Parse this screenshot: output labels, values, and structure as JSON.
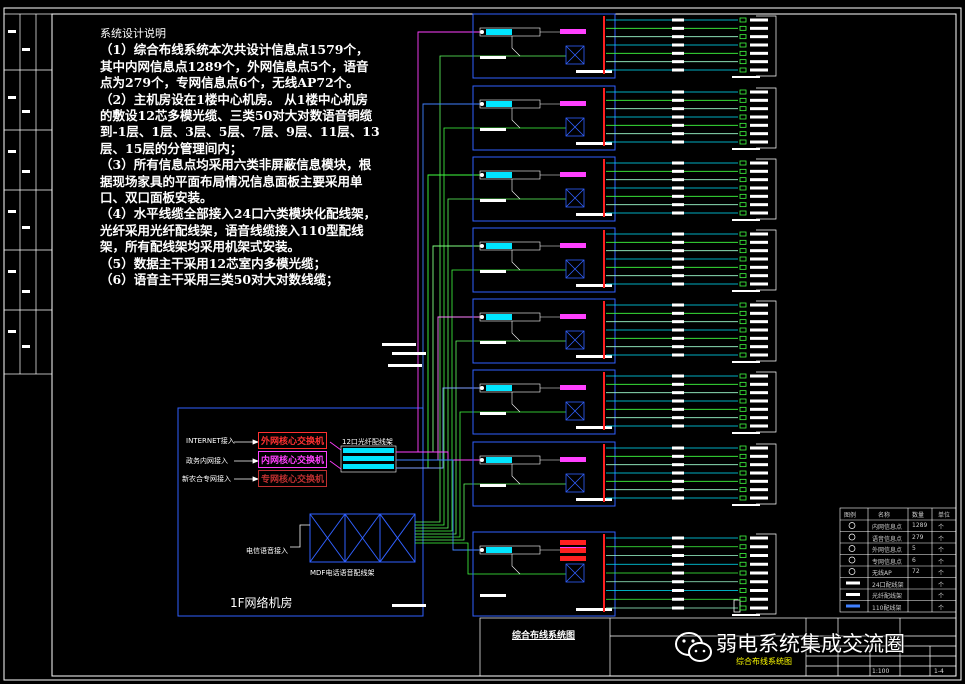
{
  "notes": {
    "title": "系统设计说明",
    "items": [
      "（1）综合布线系统本次共设计信息点1579个，其中内网信息点1289个，外网信息点5个，语音点为279个，专网信息点6个，无线AP72个。",
      "（2）主机房设在1楼中心机房。 从1楼中心机房的敷设12芯多模光缆、三类50对大对数语音铜缆到-1层、1层、3层、5层、7层、9层、11层、13层、15层的分管理间内；",
      "（3）所有信息点均采用六类非屏蔽信息模块，根据现场家具的平面布局情况信息面板主要采用单口、双口面板安装。",
      "（4）水平线缆全部接入24口六类模块化配线架，光纤采用光纤配线架，语音线缆接入110型配线架，所有配线架均采用机架式安装。",
      "（5）数据主干采用12芯室内多模光缆；",
      "（6）语音主干采用三类50对大对数线缆；"
    ]
  },
  "machine_room": {
    "label": "1F网络机房",
    "inputs": [
      "INTERNET接入",
      "政务内网接入",
      "新农合专网接入"
    ],
    "switches": [
      {
        "label": "外网核心交换机",
        "color": "#ff3030"
      },
      {
        "label": "内网核心交换机",
        "color": "#ff40ff"
      },
      {
        "label": "专网核心交换机",
        "color": "#c03030"
      }
    ],
    "fiber_panel_label": "12口光纤配线架",
    "voice_input_label": "电信语音接入",
    "mdf_label": "MDF电话语音配线架"
  },
  "diagram_title": "综合布线系统图",
  "watermark": "弱电系统集成交流圈",
  "legend": {
    "header": [
      "图例",
      "名称",
      "数量",
      "单位"
    ],
    "rows": [
      {
        "name": "内网信息点",
        "qty": "1289",
        "unit": "个"
      },
      {
        "name": "语音信息点",
        "qty": "279",
        "unit": "个"
      },
      {
        "name": "外网信息点",
        "qty": "5",
        "unit": "个"
      },
      {
        "name": "专网信息点",
        "qty": "6",
        "unit": "个"
      },
      {
        "name": "无线AP",
        "qty": "72",
        "unit": "个"
      },
      {
        "name": "24口配线架",
        "qty": "",
        "unit": "个"
      },
      {
        "name": "光纤配线架",
        "qty": "",
        "unit": "个"
      },
      {
        "name": "110配线架",
        "qty": "",
        "unit": "个"
      }
    ]
  },
  "title_block": {
    "drawing_name": "综合布线系统图",
    "scale": "1:100",
    "sheet": "1-4"
  },
  "colors": {
    "frame": "#ffffff",
    "floor_box": "#3060ff",
    "switch_cyan": "#00e5ff",
    "patch_magenta": "#ff40ff",
    "voice_red": "#ff2020",
    "cable_green": "#40ff40",
    "cable_blue": "#4080ff",
    "cable_magenta": "#ff40ff"
  },
  "icons": [
    "wechat-icon",
    "mdf-cross-icon"
  ]
}
